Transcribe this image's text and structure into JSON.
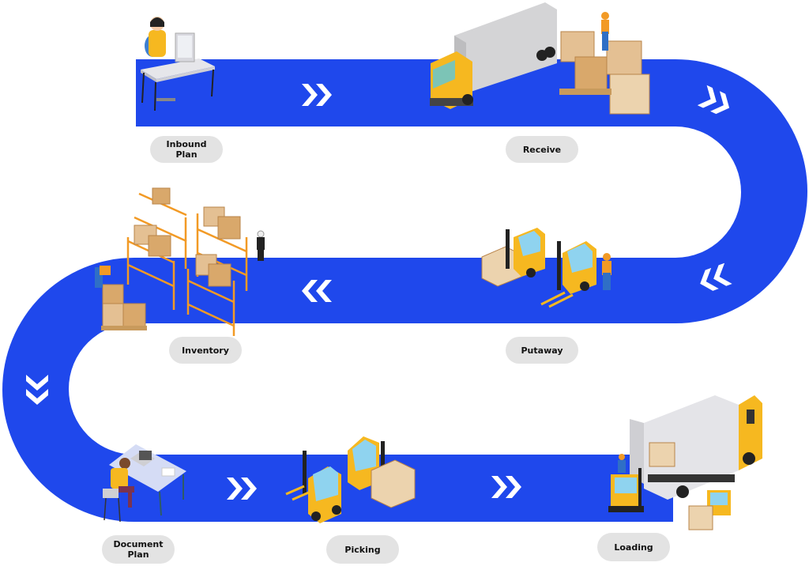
{
  "colors": {
    "road": "#1f48ec",
    "chevron": "#ffffff",
    "pill_bg": "#e3e3e3",
    "pill_text": "#111111",
    "box": "#d9a86b",
    "box_dark": "#b9844a",
    "shelf": "#f29a25",
    "yellow": "#f6b820",
    "grey": "#d6d6d6",
    "dark": "#2b2b2b"
  },
  "steps": [
    {
      "id": "inbound-plan",
      "label": "Inbound\nPlan",
      "scene": "person-at-desk-icon"
    },
    {
      "id": "receive",
      "label": "Receive",
      "scene": "truck-with-pallets-icon"
    },
    {
      "id": "putaway",
      "label": "Putaway",
      "scene": "forklifts-icon"
    },
    {
      "id": "inventory",
      "label": "Inventory",
      "scene": "warehouse-shelves-icon"
    },
    {
      "id": "document-plan",
      "label": "Document\nPlan",
      "scene": "person-at-laptop-icon"
    },
    {
      "id": "picking",
      "label": "Picking",
      "scene": "forklifts-picking-icon"
    },
    {
      "id": "loading",
      "label": "Loading",
      "scene": "truck-loading-icon"
    }
  ],
  "arrows": [
    {
      "direction": "right"
    },
    {
      "direction": "right-down"
    },
    {
      "direction": "left"
    },
    {
      "direction": "down"
    },
    {
      "direction": "right"
    },
    {
      "direction": "right"
    }
  ]
}
